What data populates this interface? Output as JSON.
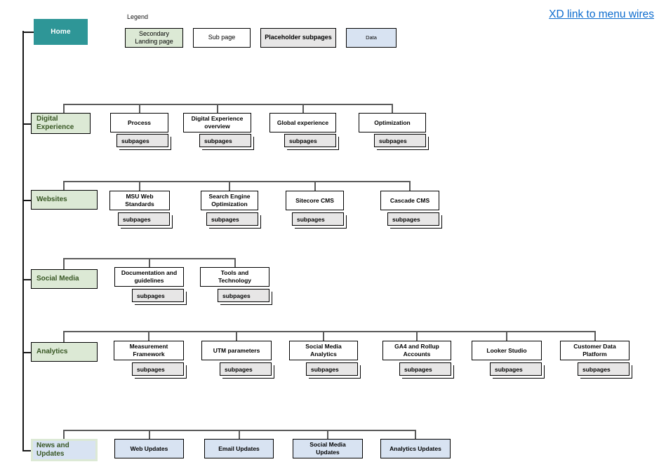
{
  "header": {
    "xd_link_label": "XD link to menu wires"
  },
  "home": {
    "label": "Home"
  },
  "legend": {
    "title": "Legend",
    "items": [
      {
        "label": "Secondary Landing page",
        "type": "secondary"
      },
      {
        "label": "Sub page",
        "type": "subpage"
      },
      {
        "label": "Placeholder subpages",
        "type": "placeholder"
      },
      {
        "label": "Data",
        "type": "data"
      }
    ]
  },
  "subpages_label": "subpages",
  "sections": [
    {
      "label": "Digital Experience",
      "type": "secondary",
      "children": [
        {
          "label": "Process",
          "subpages": true
        },
        {
          "label": "Digital Experience overview",
          "subpages": true
        },
        {
          "label": "Global experience",
          "subpages": true
        },
        {
          "label": "Optimization",
          "subpages": true
        }
      ]
    },
    {
      "label": "Websites",
      "type": "secondary",
      "children": [
        {
          "label": "MSU Web Standards",
          "subpages": true
        },
        {
          "label": "Search Engine Optimization",
          "subpages": true
        },
        {
          "label": "Sitecore CMS",
          "subpages": true
        },
        {
          "label": "Cascade CMS",
          "subpages": true
        }
      ]
    },
    {
      "label": "Social Media",
      "type": "secondary",
      "children": [
        {
          "label": "Documentation and guidelines",
          "subpages": true
        },
        {
          "label": "Tools and Technology",
          "subpages": true
        }
      ]
    },
    {
      "label": "Analytics",
      "type": "secondary",
      "children": [
        {
          "label": "Measurement Framework",
          "subpages": true
        },
        {
          "label": "UTM parameters",
          "subpages": true
        },
        {
          "label": "Social Media Analytics",
          "subpages": true
        },
        {
          "label": "GA4 and Rollup Accounts",
          "subpages": true
        },
        {
          "label": "Looker Studio",
          "subpages": true
        },
        {
          "label": "Customer Data Platform",
          "subpages": true
        }
      ]
    },
    {
      "label": "News and Updates",
      "type": "data",
      "children": [
        {
          "label": "Web Updates",
          "subpages": false,
          "type": "data"
        },
        {
          "label": "Email Updates",
          "subpages": false,
          "type": "data"
        },
        {
          "label": "Social Media Updates",
          "subpages": false,
          "type": "data"
        },
        {
          "label": "Analytics Updates",
          "subpages": false,
          "type": "data"
        }
      ]
    }
  ],
  "colors": {
    "home_fill": "#2E9697",
    "secondary_fill": "#DCE9D5",
    "placeholder_fill": "#E7E6E6",
    "data_fill": "#D8E3F2",
    "section_text": "#375623",
    "link_blue": "#0D6CCE",
    "connector": "#5A5A5A"
  }
}
